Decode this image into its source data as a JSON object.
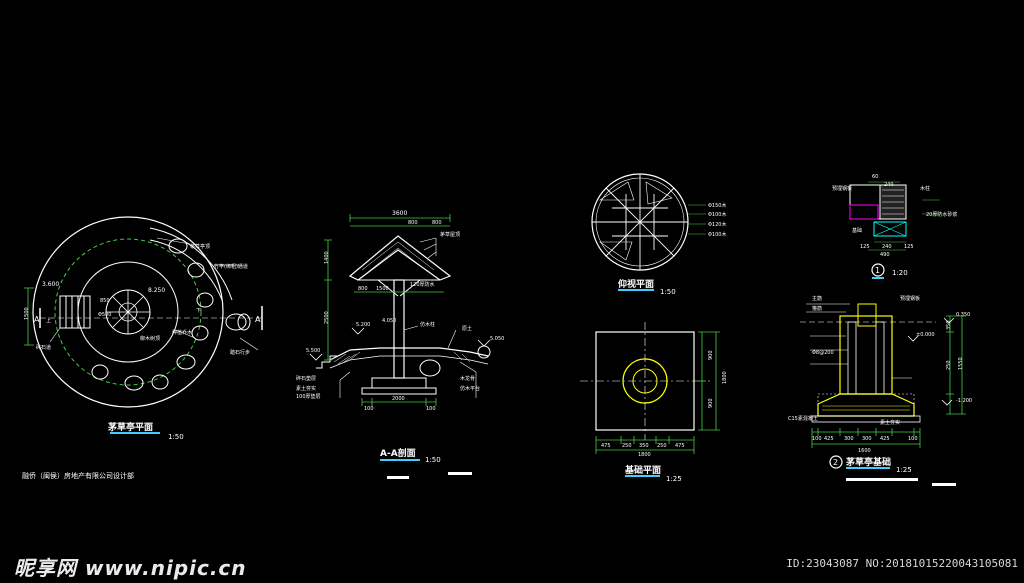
{
  "drawing": {
    "company_note": "融侨（闽侯）房地产有限公司设计部",
    "views": {
      "plan": {
        "title": "茅草亭平面",
        "scale": "1:50",
        "section_marks": [
          "A",
          "A"
        ],
        "labels": [
          "茅草亭顶",
          "上",
          "下",
          "柳木树顶",
          "碎石道",
          "竹竿(绑粗)通道",
          "踏石行步",
          "种植乔木"
        ],
        "dims": [
          "3.600",
          "8.250",
          "1500",
          "850",
          "Φ500"
        ]
      },
      "section": {
        "title": "A-A剖面",
        "scale": "1:50",
        "dims_top": [
          "3600",
          "800",
          "800"
        ],
        "dims_bottom": [
          "100",
          "2000",
          "100"
        ],
        "dims_left": [
          "1400",
          "2500",
          "5.200",
          "5.500",
          "800",
          "1500"
        ],
        "elev": [
          "4.050",
          "5.200",
          "5.050"
        ],
        "labels": [
          "茅草屋顶",
          "120厚防水",
          "仿木柱",
          "原土",
          "碎石垫层",
          "素土夯实",
          "100厚垫层",
          "木龙骨",
          "仿木平台"
        ]
      },
      "reflected": {
        "title": "仰视平面",
        "scale": "1:50",
        "labels": [
          "Φ150木",
          "Φ100木",
          "Φ120木",
          "Φ100木"
        ]
      },
      "foundation": {
        "title": "基础平面",
        "scale": "1:25",
        "dims_bottom": [
          "475",
          "250",
          "350",
          "250",
          "475"
        ],
        "total_bottom": "1800",
        "dims_right": [
          "900",
          "900"
        ],
        "total_right": "1800"
      },
      "detail1": {
        "marker": "1",
        "scale": "1:20",
        "dims": [
          "60",
          "240",
          "125",
          "240",
          "125",
          "490"
        ],
        "labels": [
          "预埋钢板",
          "木柱",
          "基础",
          "20厚防水砂浆"
        ]
      },
      "detail2": {
        "marker": "2",
        "title": "茅草亭基础",
        "scale": "1:25",
        "dims_bottom": [
          "100",
          "425",
          "300",
          "300",
          "425",
          "100"
        ],
        "total_bottom": "1600",
        "elev": [
          "0.350",
          "±0.000",
          "-1.200"
        ],
        "dims_right": [
          "350",
          "1550",
          "250"
        ],
        "labels": [
          "主筋",
          "箍筋",
          "Φ8@200",
          "C15素混凝土",
          "素土夯实",
          "预埋钢板"
        ]
      }
    }
  },
  "watermark": {
    "text": "昵享网 www.nipic.cn"
  },
  "image_id": {
    "text": "ID:23043087 NO:20181015220043105081"
  }
}
